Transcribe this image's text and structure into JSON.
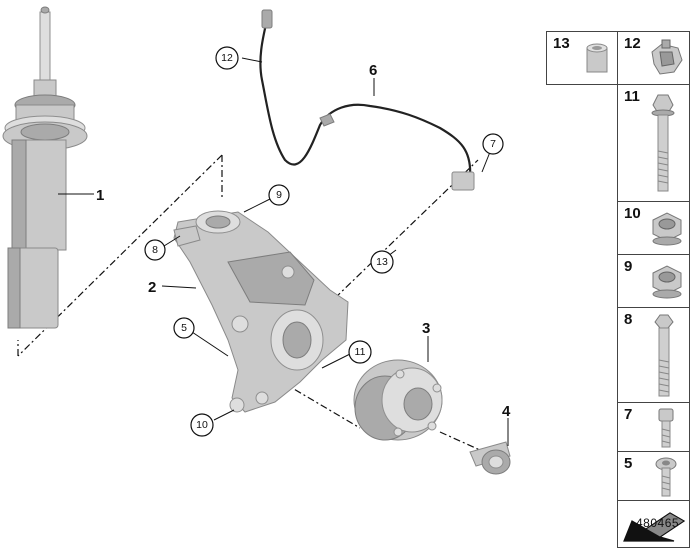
{
  "callouts": {
    "strut": "1",
    "knuckle": "2",
    "hub": "3",
    "bolt_4": "4",
    "c5": "5",
    "sensor": "6",
    "c7": "7",
    "c8": "8",
    "c9": "9",
    "c10": "10",
    "c11": "11",
    "c12": "12",
    "c13": "13"
  },
  "parts_table": [
    {
      "id": "13",
      "icon": "bushing-sleeve-icon"
    },
    {
      "id": "12",
      "icon": "cable-clip-icon"
    },
    {
      "id": "11",
      "icon": "hex-flange-bolt-icon"
    },
    {
      "id": "10",
      "icon": "hex-nut-icon"
    },
    {
      "id": "9",
      "icon": "hex-nut-icon"
    },
    {
      "id": "8",
      "icon": "hex-bolt-long-icon"
    },
    {
      "id": "7",
      "icon": "socket-head-screw-icon"
    },
    {
      "id": "5",
      "icon": "torx-screw-icon"
    },
    {
      "id": "",
      "icon": "orientation-arrow-icon"
    }
  ],
  "doc_number": "480465",
  "colors": {
    "part_fill": "#c9c9c9",
    "part_dark": "#aaaaaa",
    "line": "#111111"
  }
}
